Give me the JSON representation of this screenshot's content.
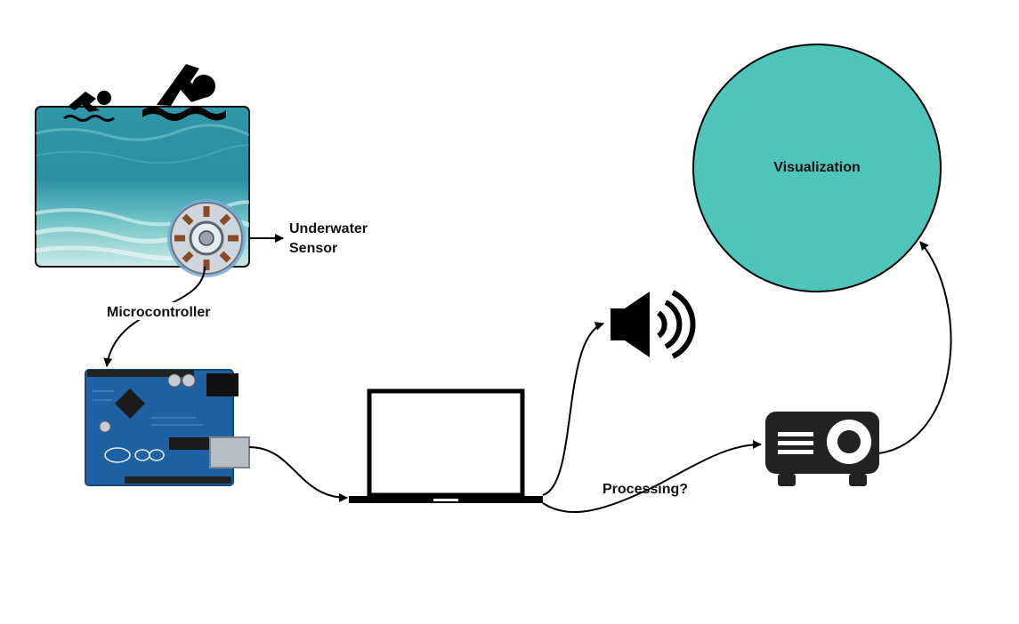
{
  "labels": {
    "sensor_line1": "Underwater",
    "sensor_line2": "Sensor",
    "microcontroller": "Microcontroller",
    "processing": "Processing?",
    "visualization": "Visualization"
  },
  "icons": {
    "swimmer_small": "swimmer-icon",
    "swimmer_large": "swimmer-icon",
    "pool": "underwater-pool-image",
    "sensor": "sensor-coil-icon",
    "arduino": "arduino-board-icon",
    "laptop": "laptop-icon",
    "speaker": "speaker-icon",
    "projector": "projector-icon"
  },
  "colors": {
    "teal": "#4fc4bb",
    "water_top": "#3ba7b4",
    "water_bottom": "#bfe6e3",
    "board_blue": "#1f62a3",
    "ink": "#111111",
    "arrow": "#000000"
  }
}
